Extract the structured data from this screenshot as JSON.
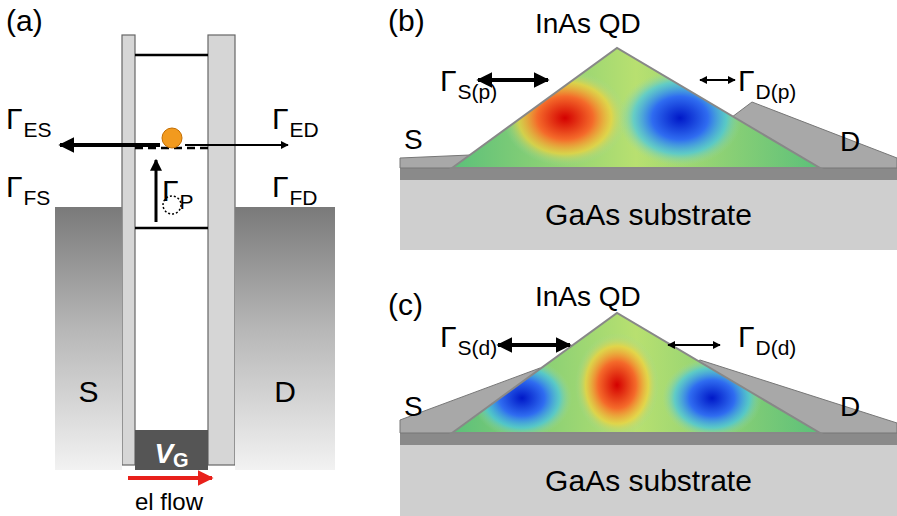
{
  "diagram": {
    "nodes": [
      {
        "text": [
          "S"
        ]
      },
      {
        "text": [
          "D"
        ]
      },
      {
        "text": [
          "V",
          "G"
        ]
      },
      {
        "text": [
          "GaAs substrate"
        ]
      },
      {
        "text": [
          "GaAs substrate"
        ]
      }
    ],
    "labels": [
      "(a)",
      "Γ",
      "ES",
      "Γ",
      "ED",
      "Γ",
      "FS",
      "Γ",
      "P",
      "Γ",
      "FD",
      "el flow",
      "(b)",
      "InAs QD",
      "Γ",
      "S(p)",
      "Γ",
      "D(p)",
      "S",
      "D",
      "(c)",
      "InAs QD",
      "Γ",
      "S(d)",
      "Γ",
      "D(d)",
      "S",
      "D"
    ]
  }
}
